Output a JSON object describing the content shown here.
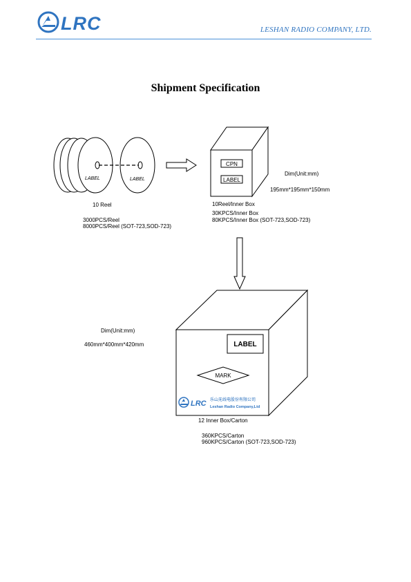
{
  "header": {
    "logo_text": "LRC",
    "company_name": "LESHAN RADIO COMPANY, LTD."
  },
  "page_title": "Shipment Specification",
  "reels": {
    "label_text": "LABEL",
    "count_label": "10 Reel",
    "qty_line1": "3000PCS/Reel",
    "qty_line2": "8000PCS/Reel (SOT-723,SOD-723)"
  },
  "inner_box": {
    "cpn_label": "CPN",
    "label_text": "LABEL",
    "dim_label": "Dim(Unit:mm)",
    "dim_value": "195mm*195mm*150mm",
    "count_label": "10Reel/Inner Box",
    "qty_line1": "30KPCS/Inner Box",
    "qty_line2": "80KPCS/Inner Box (SOT-723,SOD-723)"
  },
  "carton": {
    "dim_label": "Dim(Unit:mm)",
    "dim_value": "460mm*400mm*420mm",
    "label_text": "LABEL",
    "mark_text": "MARK",
    "logo_text": "LRC",
    "company_cn": "乐山无线电股份有限公司",
    "company_en": "Leshan Radio Company,Ltd",
    "count_label": "12 Inner Box/Carton",
    "qty_line1": "360KPCS/Carton",
    "qty_line2": "960KPCS/Carton (SOT-723,SOD-723)"
  },
  "colors": {
    "brand_blue": "#2f74c0",
    "rule_blue": "#4a90d9"
  }
}
